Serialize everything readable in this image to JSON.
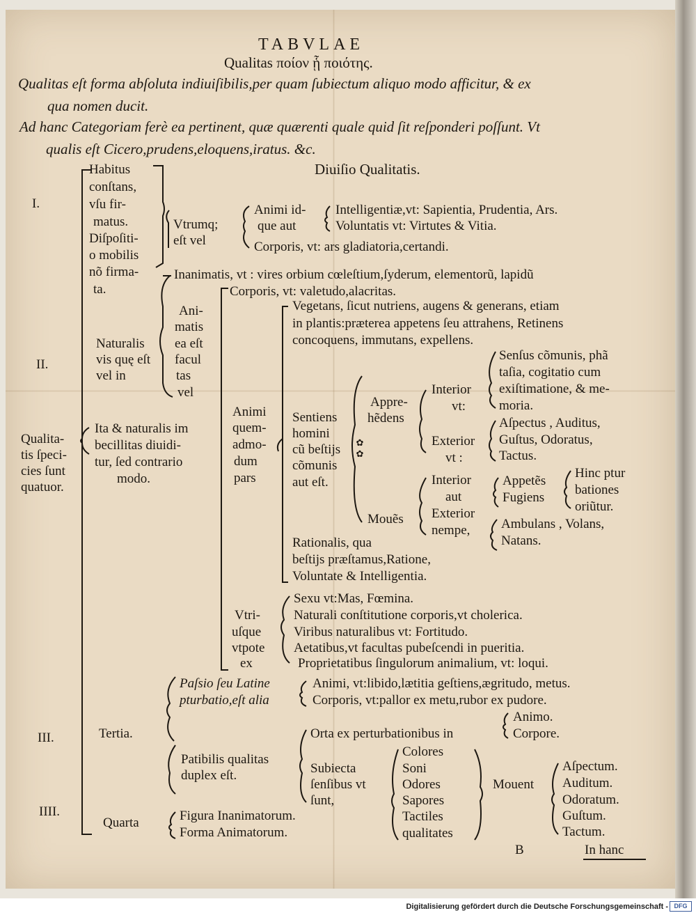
{
  "header": {
    "title": "TABVLAE",
    "subtitle": "Qualitas ποίον ᾗ ποιότης.",
    "def1": "Qualitas eſt forma abſoluta indiuiſibilis,per quam ſubiectum aliquo modo afficitur, & ex",
    "def2": "qua nomen ducit.",
    "def3": "Ad hanc Categoriam ferè ea pertinent, quæ quærenti quale quid ſit reſponderi poſſunt. Vt",
    "def4": "qualis eſt Cicero,prudens,eloquens,iratus. &c.",
    "diuisio": "Diuiſio Qualitatis."
  },
  "roman": {
    "r1": "I.",
    "r2": "II.",
    "r3": "III.",
    "r4": "IIII."
  },
  "species": [
    "Qualita-",
    "tis ſpeci-",
    "cies ſunt",
    "quatuor."
  ],
  "habitus": [
    "Habitus",
    "conſtans,",
    "vſu fir-",
    "matus.",
    "Diſpoſiti-",
    "o mobilis",
    "nõ firma-",
    "ta."
  ],
  "vtrumq": [
    "Vtrumq;",
    "eſt vel"
  ],
  "animi_id": [
    "Animi id-",
    "que aut"
  ],
  "intelligentiae": "Intelligentiæ,vt: Sapientia, Prudentia, Ars.",
  "voluntatis": "Voluntatis vt: Virtutes & Vitia.",
  "corporis1": "Corporis, vt: ars gladiatoria,certandi.",
  "inanimatis": "Inanimatis, vt : vires orbium cœleſtium,ſyderum, elementorũ, lapidũ",
  "corporis2": "Corporis, vt: valetudo,alacritas.",
  "naturalis": [
    "Naturalis",
    "vis quę eſt",
    "vel in"
  ],
  "animatis": [
    "Ani-",
    "matis",
    "ea eſt",
    "facul",
    "tas",
    "vel"
  ],
  "vegetans": [
    "Vegetans, ſicut nutriens, augens & generans, etiam",
    "in plantis:præterea appetens ſeu attrahens, Retinens",
    "concoquens, immutans, expellens."
  ],
  "ita": [
    "Ita & naturalis im",
    "becillitas diuidi-",
    "tur, ſed contrario",
    "modo."
  ],
  "animi_quem": [
    "Animi",
    "quem-",
    "admo-",
    "dum",
    "pars"
  ],
  "sentiens": [
    "Sentiens",
    "homini",
    "cũ beſtijs",
    "cõmunis",
    "aut eſt."
  ],
  "apprehedens": [
    "Appre-",
    "hẽdens"
  ],
  "interior1": [
    "Interior",
    "vt:"
  ],
  "sensus": [
    "Senſus cõmunis, phã",
    "taſia, cogitatio cum",
    "exiſtimatione, & me-",
    "moria."
  ],
  "exterior1": [
    "Exterior",
    "vt :"
  ],
  "aspectus1": [
    "Aſpectus , Auditus,",
    "Guſtus, Odoratus,",
    "Tactus."
  ],
  "interior2": [
    "Interior",
    "aut"
  ],
  "appetes": [
    "Appetẽs",
    "Fugiens"
  ],
  "hinc": [
    "Hinc ptur",
    "bationes",
    "oriũtur."
  ],
  "moues": "Mouẽs",
  "exterior2": [
    "Exterior",
    "nempe,"
  ],
  "ambulans": [
    "Ambulans , Volans,",
    "Natans."
  ],
  "rationalis": [
    "Rationalis, qua",
    "beſtijs præſtamus,Ratione,",
    "Voluntate & Intelligentia."
  ],
  "vtriusque": [
    "Vtri-",
    "uſque",
    "vtpote",
    "ex"
  ],
  "sexu": [
    "Sexu vt:Mas, Fœmina.",
    "Naturali conſtitutione corporis,vt cholerica.",
    "Viribus naturalibus vt: Fortitudo.",
    "Aetatibus,vt facultas pubeſcendi in pueritia.",
    "Proprietatibus ſingulorum animalium, vt: loqui."
  ],
  "passio": [
    "Paſsio ſeu Latine",
    "pturbatio,eſt alia"
  ],
  "animi_passio": [
    "Animi, vt:libido,lætitia geſtiens,ægritudo, metus.",
    "Corporis, vt:pallor ex metu,rubor ex pudore."
  ],
  "tertia": "Tertia.",
  "orta": "Orta ex perturbationibus in",
  "animo_corpore": [
    "Animo.",
    "Corpore."
  ],
  "patibilis": [
    "Patibilis qualitas",
    "duplex eſt."
  ],
  "subiecta": [
    "Subiecta",
    "ſenſibus vt",
    "ſunt,"
  ],
  "colores": [
    "Colores",
    "Soni",
    "Odores",
    "Sapores",
    "Tactiles",
    "qualitates"
  ],
  "mouent": "Mouent",
  "aspectum": [
    "Aſpectum.",
    "Auditum.",
    "Odoratum.",
    "Guſtum.",
    "Tactum."
  ],
  "quarta": "Quarta",
  "figura": [
    "Figura Inanimatorum.",
    "Forma Animatorum."
  ],
  "signature": "B",
  "catchword": "In hanc",
  "footer": "Digitalisierung gefördert durch die Deutsche Forschungsgemeinschaft -",
  "dfg": "DFG"
}
